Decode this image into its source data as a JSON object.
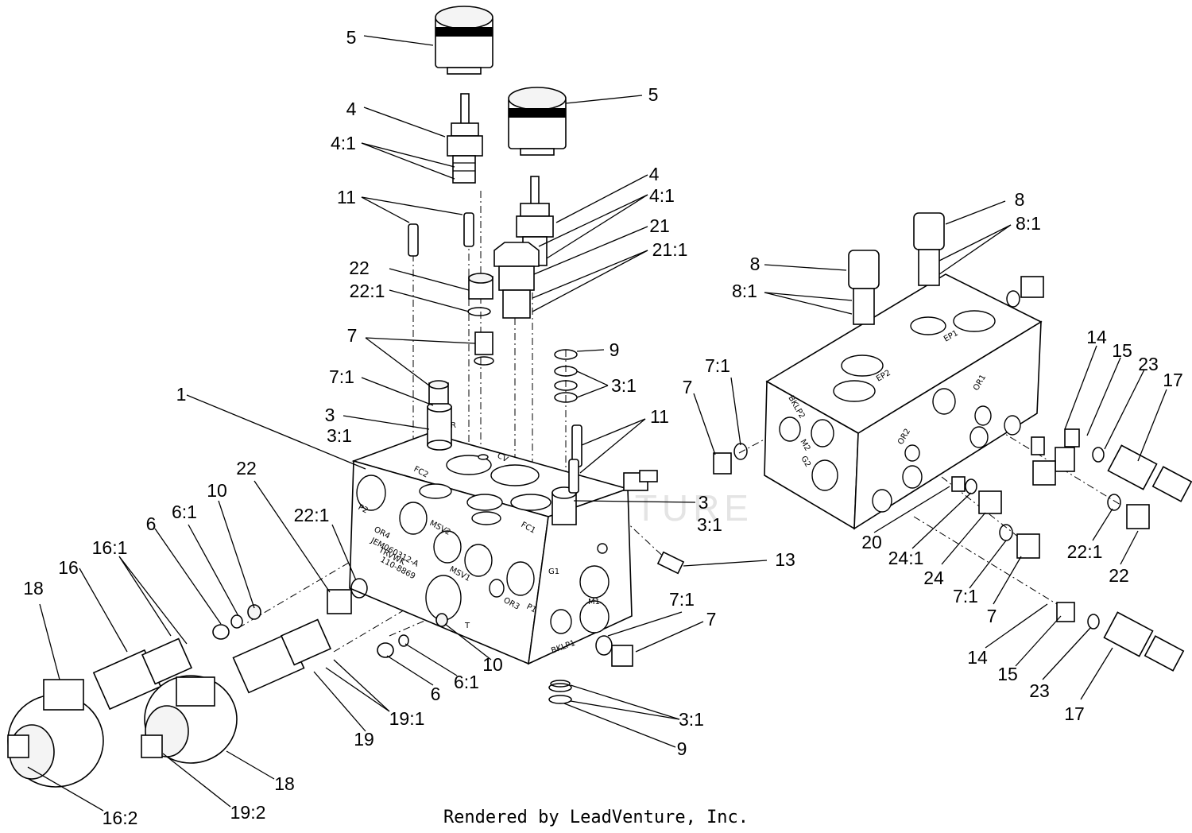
{
  "footer": "Rendered by LeadVenture, Inc.",
  "watermark": "LEADVENTURE",
  "callouts": {
    "c1": "1",
    "c3a": "3",
    "c31a": "3:1",
    "c3b": "3",
    "c31b": "3:1",
    "c31c": "3:1",
    "c31d": "3:1",
    "c4a": "4",
    "c41a": "4:1",
    "c4b": "4",
    "c41b": "4:1",
    "c5a": "5",
    "c5b": "5",
    "c6a": "6",
    "c61a": "6:1",
    "c6b": "6",
    "c61b": "6:1",
    "c7a": "7",
    "c71a": "7:1",
    "c7b": "7",
    "c71b": "7:1",
    "c7c": "7",
    "c71c": "7:1",
    "c7d": "7",
    "c71d": "7:1",
    "c8a": "8",
    "c81a": "8:1",
    "c8b": "8",
    "c81b": "8:1",
    "c9a": "9",
    "c9b": "9",
    "c10a": "10",
    "c10b": "10",
    "c11a": "11",
    "c11b": "11",
    "c13": "13",
    "c14a": "14",
    "c14b": "14",
    "c15a": "15",
    "c15b": "15",
    "c16": "16",
    "c161": "16:1",
    "c162": "16:2",
    "c17a": "17",
    "c17b": "17",
    "c18a": "18",
    "c18b": "18",
    "c19": "19",
    "c191": "19:1",
    "c192": "19:2",
    "c20": "20",
    "c21": "21",
    "c211": "21:1",
    "c22a": "22",
    "c221a": "22:1",
    "c22b": "22",
    "c221b": "22:1",
    "c22c": "22",
    "c221c": "22:1",
    "c23a": "23",
    "c23b": "23",
    "c24": "24",
    "c241": "24:1"
  },
  "ports": {
    "p2": "P2",
    "or4": "OR4",
    "msv2": "MSV2",
    "msv1": "MSV1",
    "or3": "OR3",
    "p1": "P1",
    "g1": "G1",
    "m1": "M1",
    "t": "T",
    "bklp1": "BKLP1",
    "fc2": "FC2",
    "fc1": "FC1",
    "cv": "CV",
    "r": "R",
    "stamp1": "JEM060312-A",
    "stamp2": "TRVWK",
    "stamp3": "110-8869",
    "ep1": "EP1",
    "ep2": "EP2",
    "bklp2": "BKLP2",
    "g2": "G2",
    "m2": "M2",
    "or1": "OR1",
    "or2": "OR2"
  }
}
